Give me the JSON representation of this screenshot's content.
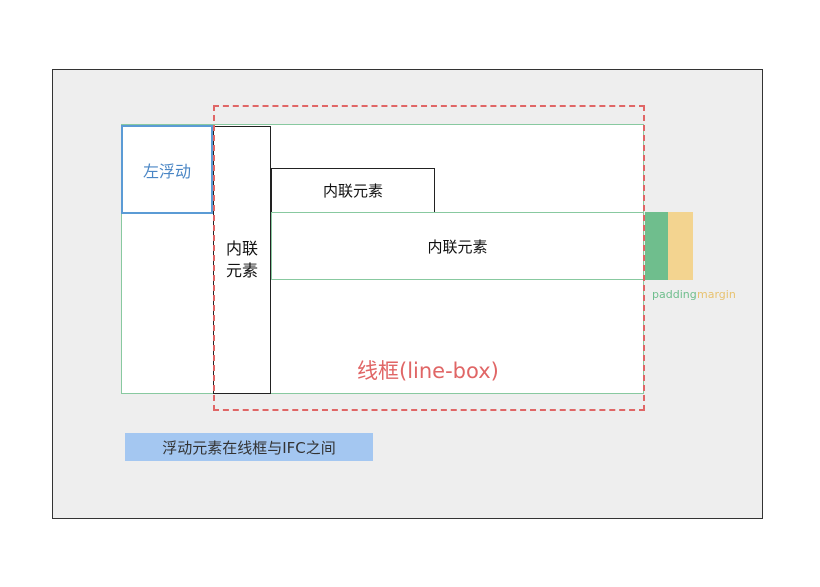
{
  "labels": {
    "float": "左浮动",
    "inline_tall_line1": "内联",
    "inline_tall_line2": "元素",
    "inline_small": "内联元素",
    "inline_wide": "内联元素",
    "padding": "padding",
    "margin": "margin",
    "line_box": "线框(line-box)",
    "caption": "浮动元素在线框与IFC之间"
  },
  "colors": {
    "outer_background": "#eeeeee",
    "container_border": "#88c9a0",
    "float_border": "#5b9bd5",
    "line_box": "#e06666",
    "padding": "#6fbe8d",
    "margin": "#f3d490",
    "caption_background": "#a4c7f1"
  }
}
